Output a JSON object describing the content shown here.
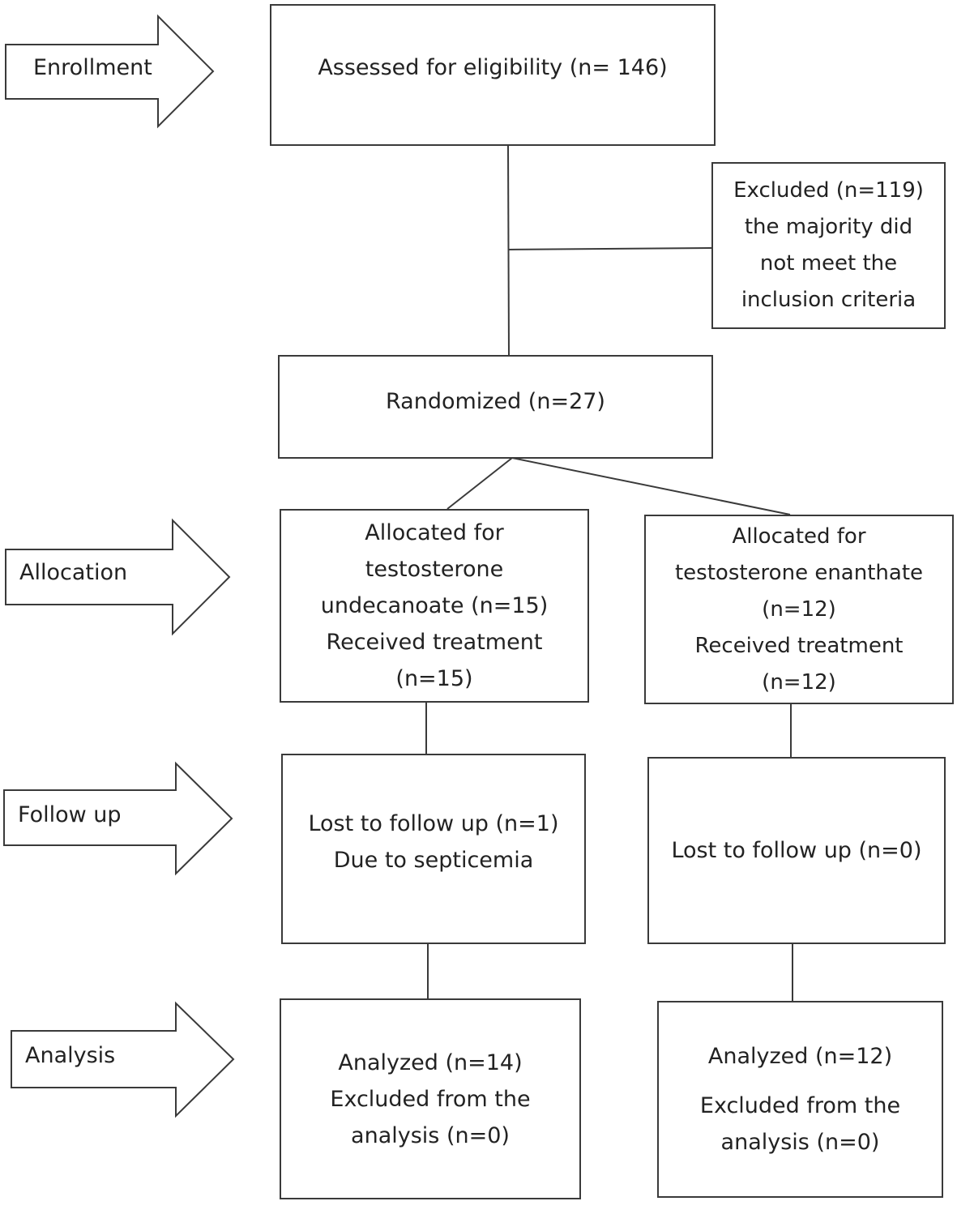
{
  "stages": {
    "enrollment": "Enrollment",
    "allocation": "Allocation",
    "follow_up": "Follow up",
    "analysis": "Analysis"
  },
  "boxes": {
    "assessed": [
      "Assessed for eligibility (n= 146)"
    ],
    "excluded": [
      "Excluded (n=119)",
      "the majority did",
      "not meet the",
      "inclusion criteria"
    ],
    "randomized": [
      "Randomized (n=27)"
    ],
    "alloc_left": [
      "Allocated for",
      "testosterone",
      "undecanoate (n=15)",
      "Received treatment",
      "(n=15)"
    ],
    "alloc_right": [
      "Allocated for",
      "testosterone enanthate",
      "(n=12)",
      "Received treatment",
      "(n=12)"
    ],
    "follow_left": [
      "Lost to follow up (n=1)",
      "Due to septicemia"
    ],
    "follow_right": [
      "Lost to follow up (n=0)"
    ],
    "analysis_left": [
      "Analyzed (n=14)",
      "Excluded from the",
      "analysis (n=0)"
    ],
    "analysis_right": [
      "Analyzed (n=12)",
      "Excluded from the",
      "analysis (n=0)"
    ]
  }
}
